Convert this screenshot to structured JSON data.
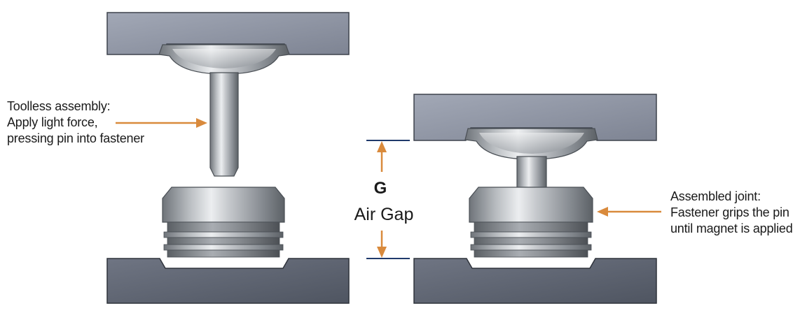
{
  "diagram": {
    "left_annotation": {
      "lines": [
        "Toolless assembly:",
        "Apply light force,",
        "pressing pin into fastener"
      ]
    },
    "right_annotation": {
      "lines": [
        "Assembled joint:",
        "Fastener grips the pin",
        "until magnet is applied"
      ]
    },
    "gap": {
      "letter": "G",
      "label": "Air Gap"
    },
    "colors": {
      "panel": "#8f95a4",
      "panel_dark": "#5d6370",
      "metal_light": "#e6e8ea",
      "metal_dark": "#6e7379",
      "arrow": "#d98a3c",
      "dimension_line": "#1f3a6b"
    }
  }
}
